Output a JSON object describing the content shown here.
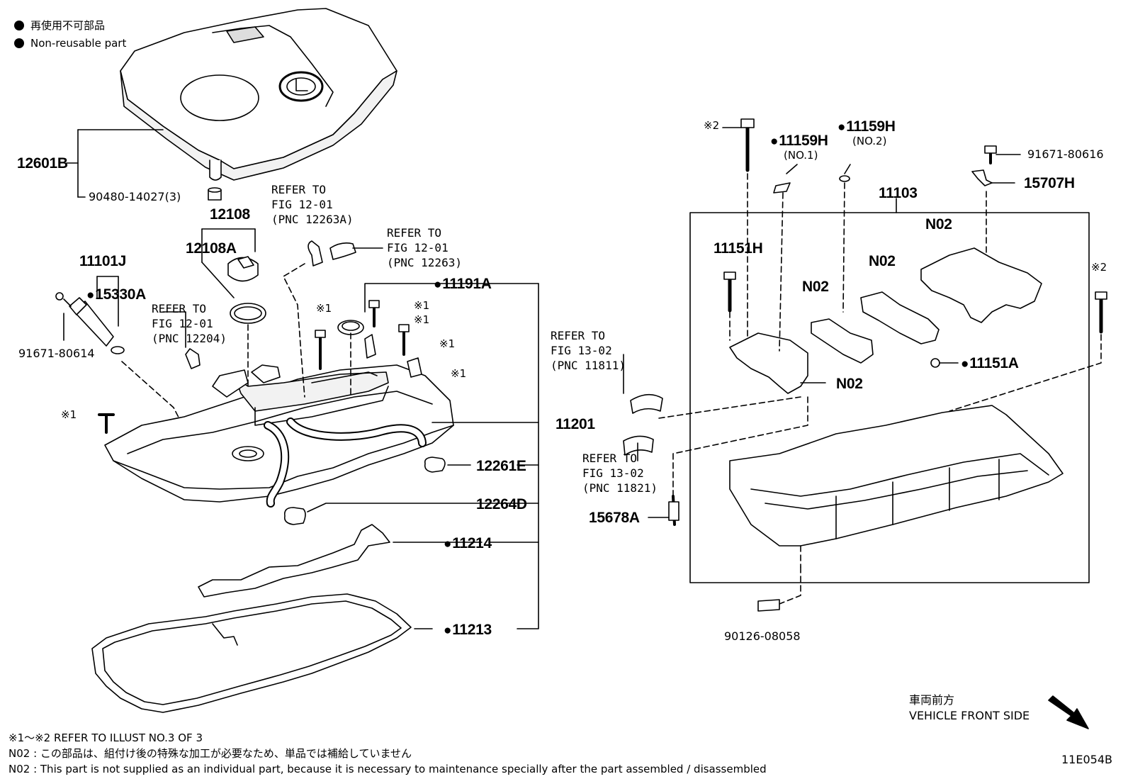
{
  "legend": {
    "jp": "再使用不可部品",
    "en": "Non-reusable part"
  },
  "labels": {
    "p12601B": "12601B",
    "p90480": "90480-14027(3)",
    "p12108": "12108",
    "p12108A": "12108A",
    "p11101J": "11101J",
    "p15330A": "15330A",
    "p91671_80614": "91671-80614",
    "p11191A": "11191A",
    "p11201": "11201",
    "p12261E": "12261E",
    "p12264D": "12264D",
    "p11214": "11214",
    "p11213": "11213",
    "p11159H_1": "11159H",
    "p11159H_2": "11159H",
    "no1": "(NO.1)",
    "no2": "(NO.2)",
    "p91671_80616": "91671-80616",
    "p15707H": "15707H",
    "p11103": "11103",
    "p11151H": "11151H",
    "n02_a": "N02",
    "n02_b": "N02",
    "n02_c": "N02",
    "n02_d": "N02",
    "p11151A": "11151A",
    "p15678A": "15678A",
    "p90126": "90126-08058",
    "mark1a": "※1",
    "mark1b": "※1",
    "mark1c": "※1",
    "mark1d": "※1",
    "mark1e": "※1",
    "mark1f": "※1",
    "mark2a": "※2",
    "mark2b": "※2"
  },
  "refs": {
    "r1": "REFER TO\nFIG 12-01\n(PNC 12263A)",
    "r2": "REFER TO\nFIG 12-01\n(PNC 12263)",
    "r3": "REFER TO\nFIG 12-01\n(PNC 12204)",
    "r4": "REFER TO\nFIG 13-02\n(PNC 11811)",
    "r5": "REFER TO\nFIG 13-02\n(PNC 11821)"
  },
  "front": {
    "jp": "車両前方",
    "en": "VEHICLE FRONT SIDE"
  },
  "notes": {
    "n1": "※1～※2 REFER TO ILLUST NO.3 OF 3",
    "n2": "N02 : この部品は、組付け後の特殊な加工が必要なため、単品では補給していません",
    "n3": "N02 : This part is not supplied as an individual part, because it is necessary to maintenance specially after the part assembled / disassembled"
  },
  "figure_id": "11E054B"
}
